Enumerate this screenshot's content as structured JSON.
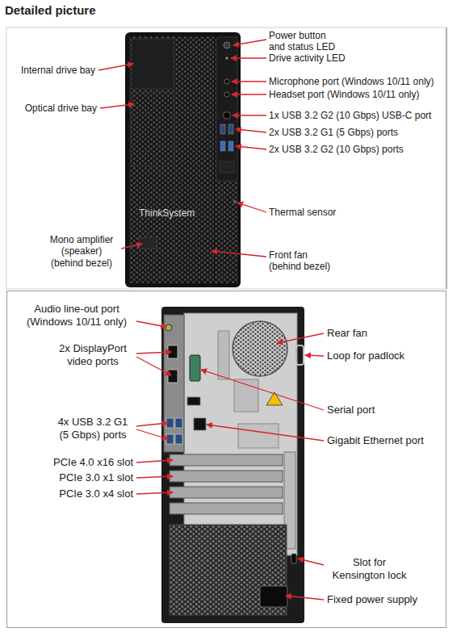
{
  "diagram": {
    "title": "Detailed picture",
    "labels": [
      "Power button and status LED",
      "Drive activity LED",
      "Internal drive bay",
      "Microphone port (Windows 10/11 only)",
      "Headset port (Windows 10/11 only)",
      "Optical drive bay",
      "1x USB 3.2 G2 (10 Gbps) USB-C port",
      "2x USB 3.2 G1 (5 Gbps) ports",
      "2x USB 3.2 G2 (10 Gbps) ports",
      "ThinkSystem",
      "Thermal sensor",
      "Mono amplifier (speaker) (behind bezel)",
      "Front fan (behind bezel)",
      "Audio line-out port (Windows 10/11 only)",
      "Rear fan",
      "2x DisplayPort video ports",
      "Loop for padlock",
      "Serial port",
      "4x USB 3.2 G1 (5 Gbps) ports",
      "Gigabit Ethernet port",
      "PCIe 4.0 x16 slot",
      "PCIe 3.0 x1 slot",
      "PCIe 3.0 x4 slot",
      "Slot for Kensington lock",
      "Fixed power supply"
    ]
  }
}
